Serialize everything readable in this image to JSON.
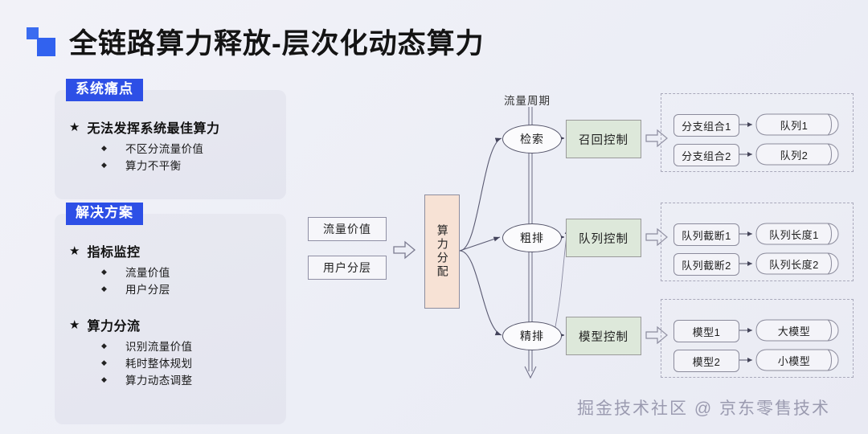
{
  "header": {
    "title": "全链路算力释放-层次化动态算力",
    "logo_icon": "blue-squares-logo-icon"
  },
  "panels": [
    {
      "id": "pain",
      "badge": "系统痛点",
      "sections": [
        {
          "star": "★",
          "heading": "无法发挥系统最佳算力",
          "items": [
            "不区分流量价值",
            "算力不平衡"
          ]
        }
      ]
    },
    {
      "id": "solution",
      "badge": "解决方案",
      "sections": [
        {
          "star": "★",
          "heading": "指标监控",
          "items": [
            "流量价值",
            "用户分层"
          ]
        },
        {
          "star": "★",
          "heading": "算力分流",
          "items": [
            "识别流量价值",
            "耗时整体规划",
            "算力动态调整"
          ]
        }
      ]
    }
  ],
  "flow": {
    "inputs": [
      "流量价值",
      "用户分层"
    ],
    "allocator": "算力分配",
    "cycle_label": "流量周期",
    "stages": [
      {
        "node": "检索",
        "control": "召回控制"
      },
      {
        "node": "粗排",
        "control": "队列控制"
      },
      {
        "node": "精排",
        "control": "模型控制"
      }
    ],
    "groups": [
      {
        "id": "top",
        "rows": [
          {
            "source": "分支组合1",
            "target": "队列1"
          },
          {
            "source": "分支组合2",
            "target": "队列2"
          }
        ]
      },
      {
        "id": "mid",
        "rows": [
          {
            "source": "队列截断1",
            "target": "队列长度1"
          },
          {
            "source": "队列截断2",
            "target": "队列长度2"
          }
        ]
      },
      {
        "id": "bot",
        "rows": [
          {
            "source": "模型1",
            "target": "大模型"
          },
          {
            "source": "模型2",
            "target": "小模型"
          }
        ]
      }
    ]
  },
  "watermark": "掘金技术社区 @ 京东零售技术",
  "colors": {
    "background": "#eff0f7",
    "badge_blue": "#2d4fe6",
    "allocator_fill": "#f7e2d5",
    "control_fill": "#dde8da",
    "panel_fill": "#e6e7f0"
  }
}
